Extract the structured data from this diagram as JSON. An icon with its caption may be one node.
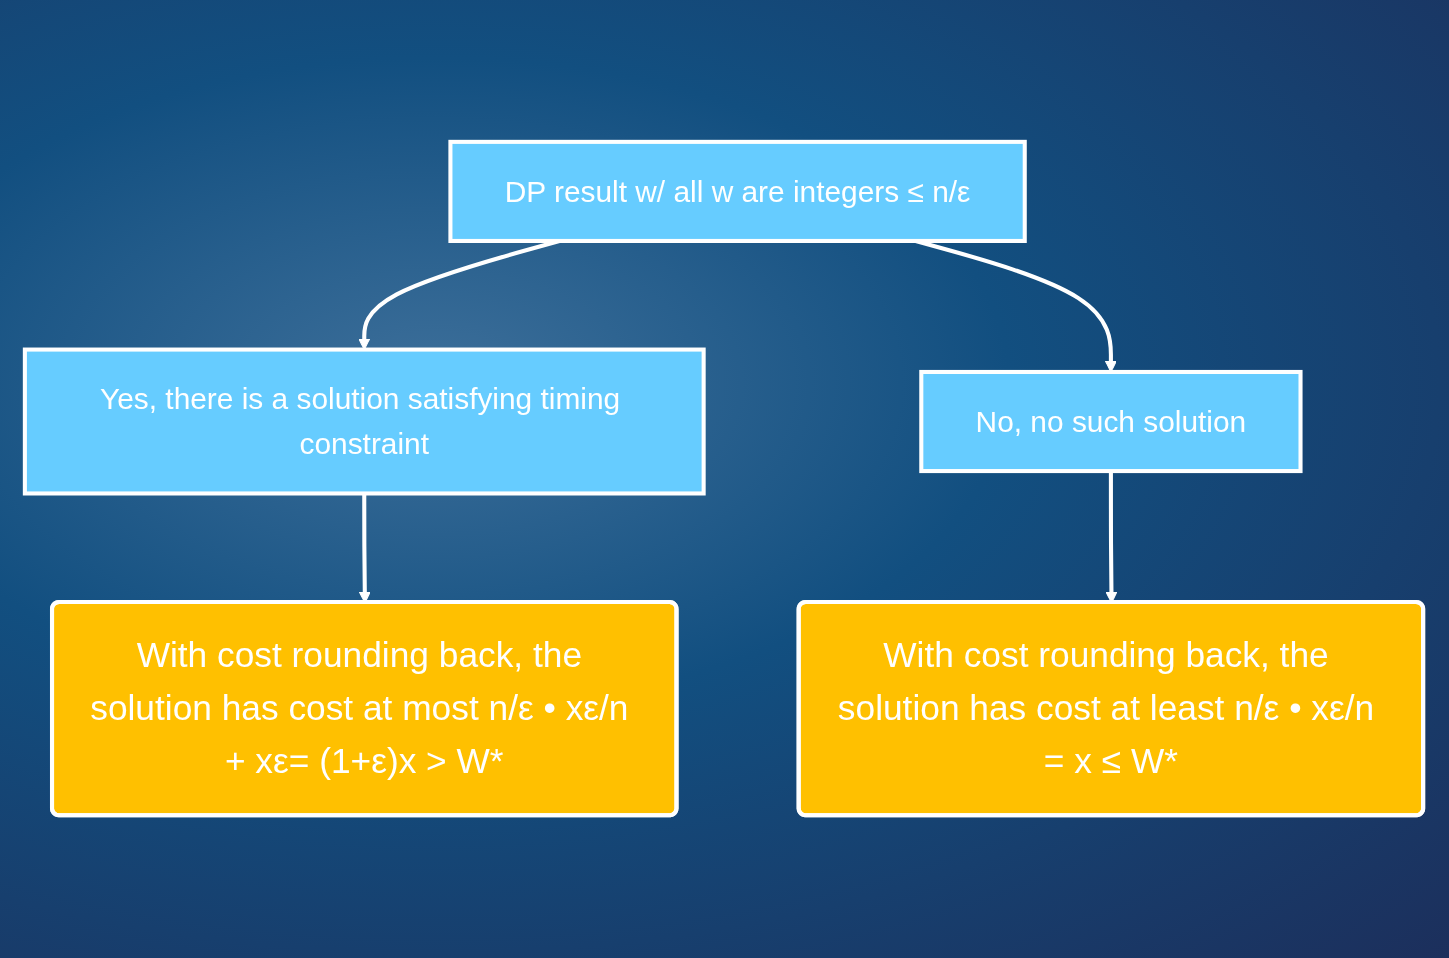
{
  "diagram": {
    "nodes": [
      {
        "text": [
          "DP result w/ all w are integers ≤ n/ε"
        ]
      },
      {
        "text": [
          "Yes, there is a solution satisfying timing constraint"
        ]
      },
      {
        "text": [
          "No, no such solution"
        ]
      },
      {
        "text": [
          "With cost rounding back, the solution has cost at most n/ε • xε/n + xε= (1+ε)x > W*"
        ]
      },
      {
        "text": [
          "With cost rounding back, the solution has cost at least n/ε • xε/n = x ≤ W*"
        ]
      }
    ],
    "edges": [
      {
        "from": 0,
        "to": 1,
        "arrow": "to"
      },
      {
        "from": 0,
        "to": 2,
        "arrow": "to"
      },
      {
        "from": 1,
        "to": 3,
        "arrow": "to"
      },
      {
        "from": 2,
        "to": 4,
        "arrow": "to"
      }
    ]
  }
}
